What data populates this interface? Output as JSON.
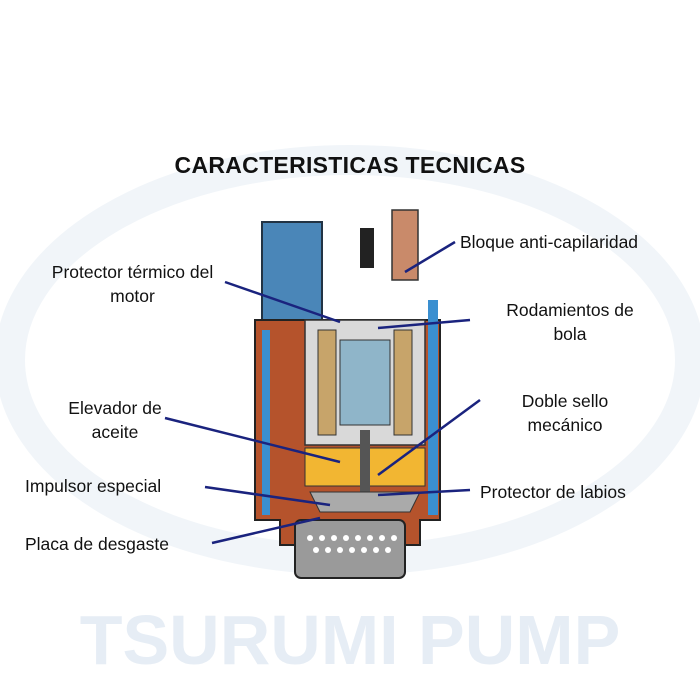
{
  "title": "CARACTERISTICAS TECNICAS",
  "watermark": "TSURUMI PUMP",
  "labels": {
    "bloque": "Bloque anti-capilaridad",
    "protector_termico_1": "Protector térmico del",
    "protector_termico_2": "motor",
    "rodamientos_1": "Rodamientos de",
    "rodamientos_2": "bola",
    "elevador_1": "Elevador de",
    "elevador_2": "aceite",
    "doble_sello_1": "Doble sello",
    "doble_sello_2": "mecánico",
    "impulsor": "Impulsor especial",
    "protector_labios": "Protector de labios",
    "placa": "Placa de desgaste"
  },
  "colors": {
    "leader": "#1a237e",
    "casing": "#b5532c",
    "blue": "#3a8fd0",
    "oil": "#f2b632"
  }
}
